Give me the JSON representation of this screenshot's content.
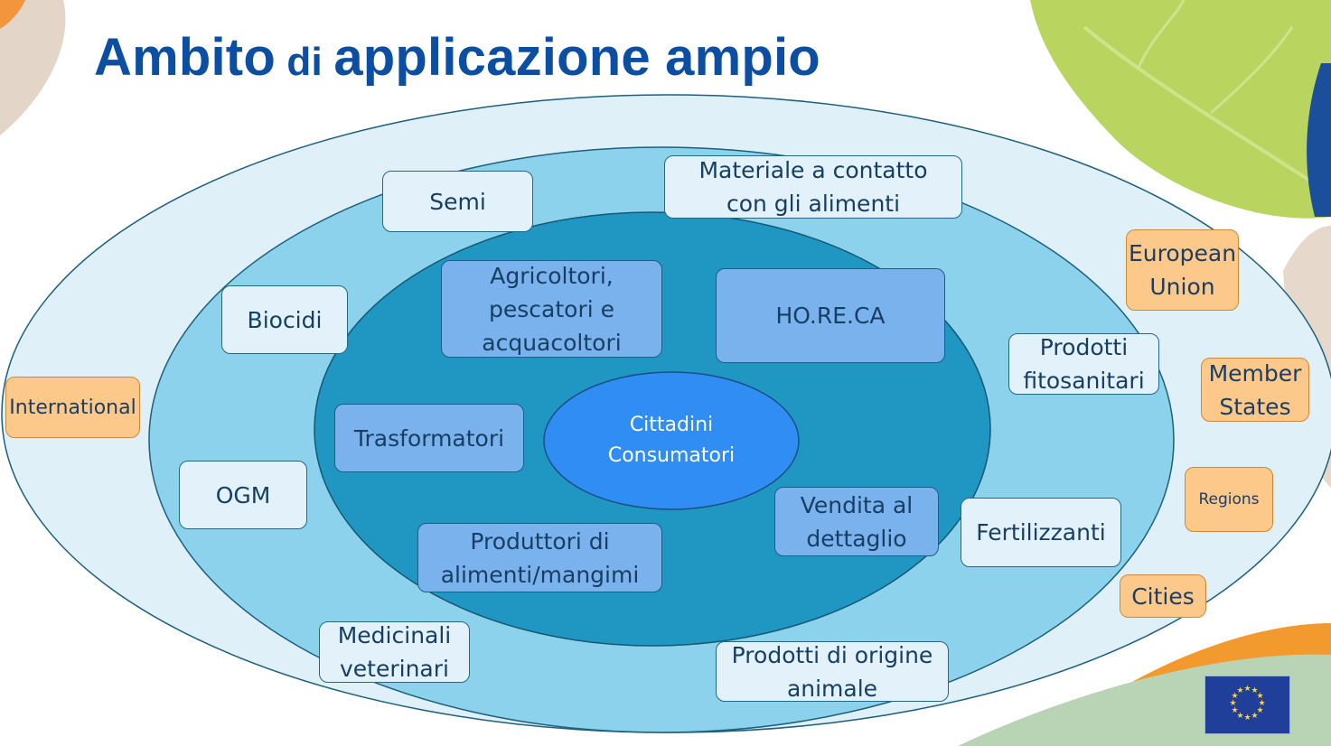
{
  "slide": {
    "title_part1": "Ambito",
    "title_part2": " di ",
    "title_part3": "applicazione ampio"
  },
  "diagram": {
    "center": [
      "Cittadini",
      "Consumatori"
    ],
    "inner_ring": [
      "Agricoltori, pescatori e acquacoltori",
      "HO.RE.CA",
      "Trasformatori",
      "Vendita al dettaglio",
      "Produttori di alimenti/mangimi"
    ],
    "middle_ring": [
      "Semi",
      "Materiale a contatto con gli alimenti",
      "Biocidi",
      "Prodotti fitosanitari",
      "OGM",
      "Fertilizzanti",
      "Medicinali veterinari",
      "Prodotti di origine animale"
    ],
    "governance_levels": [
      "International",
      "European Union",
      "Member States",
      "Regions",
      "Cities"
    ]
  },
  "colors": {
    "title": "#0b4ea2",
    "outer_ellipse": "#dff0f9",
    "middle_ellipse": "#8dd2ec",
    "inner_ellipse": "#1f97c2",
    "center_ellipse": "#2f8df3",
    "level_box": "#fcc98a",
    "core_box": "#7ab2ee",
    "ring_box": "#e3f2fa",
    "eu_blue": "#1f3f9a",
    "eu_gold": "#ffd617"
  },
  "icons": {
    "flag": "eu-flag-icon"
  }
}
